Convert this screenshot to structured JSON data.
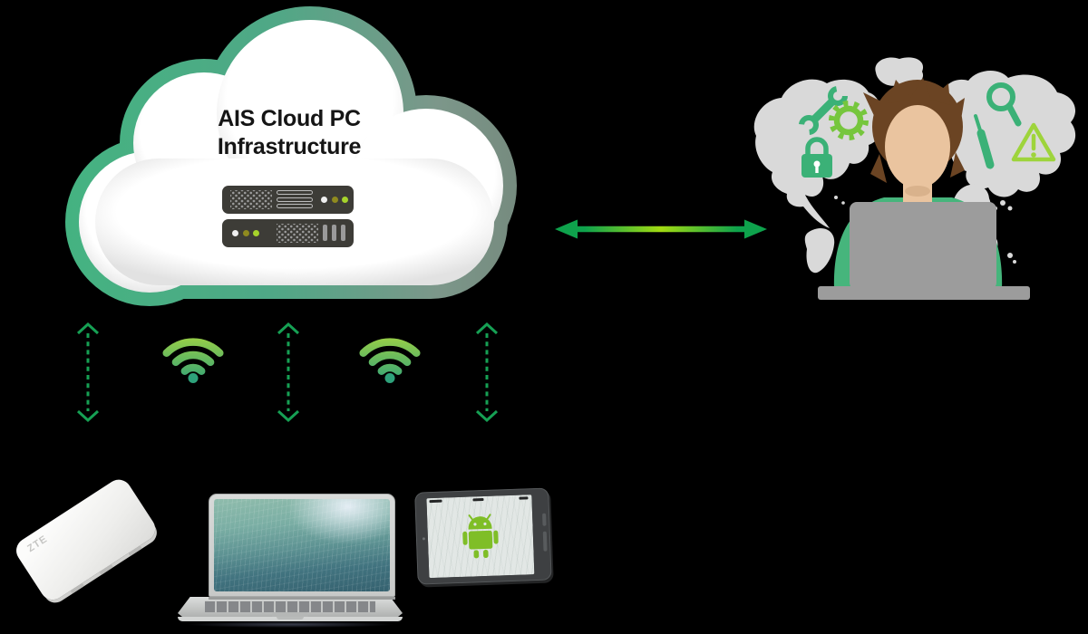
{
  "title": {
    "line1": "AIS Cloud PC",
    "line2": "Infrastructure"
  },
  "router": {
    "brand": "ZTE"
  },
  "palette": {
    "bg": "#000000",
    "cloud-border-left": "#44B381",
    "cloud-border-mid": "#4FA886",
    "cloud-border-right": "#75897D",
    "cloud-fill": "#FFFFFF",
    "cloud-shade": "#E2E2E2",
    "rack-body": "#3D3C37",
    "rack-dot": "#9C9C9C",
    "rack-slot": "#BDBDBD",
    "led-white": "#EFEFEF",
    "led-olive": "#8F8A1F",
    "led-green": "#A6D32B",
    "arrow-dark": "#0EA24C",
    "arrow-bright": "#A2DA12",
    "dashed-arrow": "#16A054",
    "wifi-top": "#A9D63E",
    "wifi-bottom": "#2EA27B",
    "map-gray": "#D9D9D9",
    "icon-green": "#3BB177",
    "gear-green": "#76C63D",
    "warn-green": "#9ED43C",
    "hair-brown": "#6B4423",
    "skin": "#EAC49F",
    "skin-shadow": "#D9B28C",
    "shirt-green": "#46B57C",
    "laptop-gray": "#9C9C9C",
    "android-green": "#7FBE27",
    "tablet-bezel": "#3E4042"
  }
}
